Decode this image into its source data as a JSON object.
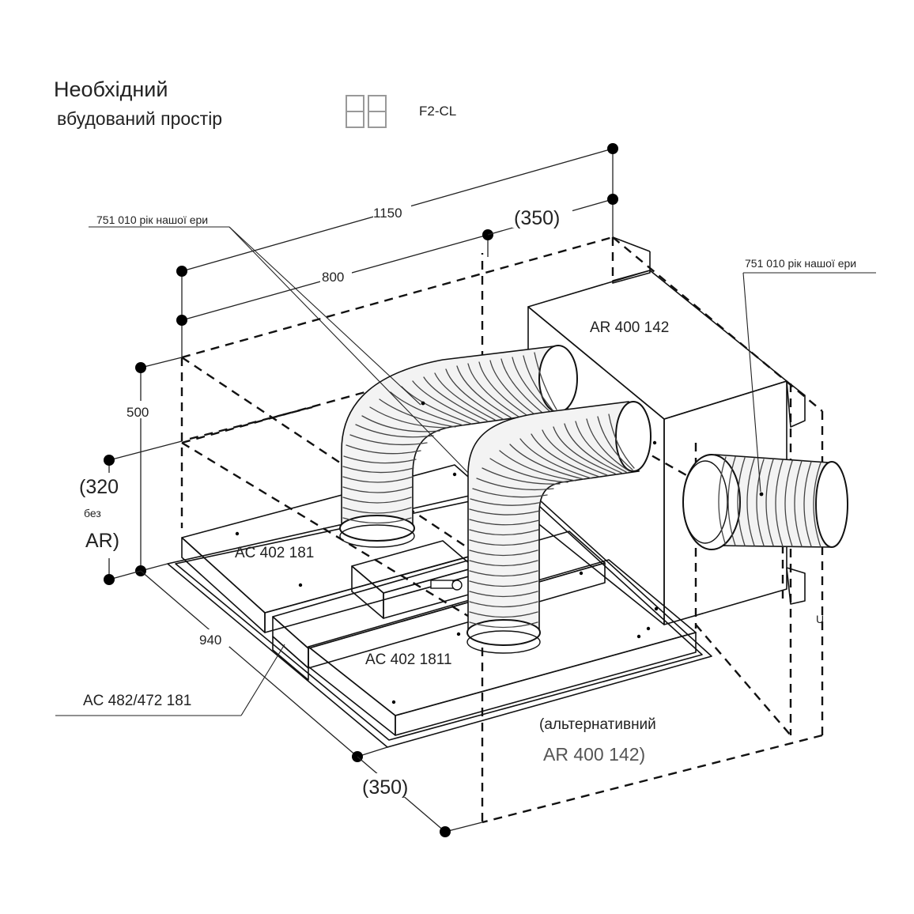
{
  "title": {
    "line1": "Необхідний",
    "line2": "вбудований простір",
    "model_label": "F2-CL",
    "model_icon": "double-rectangle-icon"
  },
  "dimensions": {
    "width": "1150",
    "depth_inner": "800",
    "offset_top": "(350)",
    "height": "500",
    "height_no_ar_value": "(320",
    "height_no_ar_word": "без",
    "height_no_ar_unit": "AR)",
    "front_depth": "940",
    "offset_bottom": "(350)"
  },
  "parts": {
    "hose_label_left": "751 010 рік нашої ери",
    "hose_label_right": "751 010 рік нашої ери",
    "blower_box": "AR 400 142",
    "module_left": "AC 402 181",
    "module_right": "AC 402 1811",
    "center_strip": "AC 482/472 181",
    "alternative_line1": "(альтернативний",
    "alternative_line2": "AR 400 142)",
    "corner_mark": "U"
  },
  "colors": {
    "line": "#111111",
    "background": "#ffffff"
  }
}
